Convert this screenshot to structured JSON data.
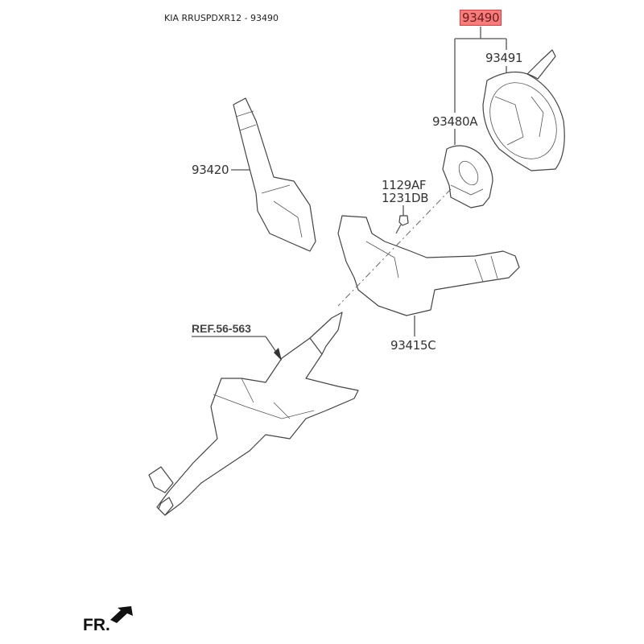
{
  "header": {
    "title": "KIA RRUSPDXR12 - 93490"
  },
  "callouts": {
    "assembly": "93490",
    "clock_spring": "93491",
    "steering_angle_sensor": "93480A",
    "wiper_switch": "93420",
    "bolt_a": "1129AF",
    "bolt_b": "1231DB",
    "multifunction_switch": "93415C",
    "reference": "REF.56-563"
  },
  "highlight": {
    "part": "93490",
    "color": "#f97c7c"
  },
  "orientation": {
    "label": "FR.",
    "icon": "front-direction-arrow-icon"
  }
}
